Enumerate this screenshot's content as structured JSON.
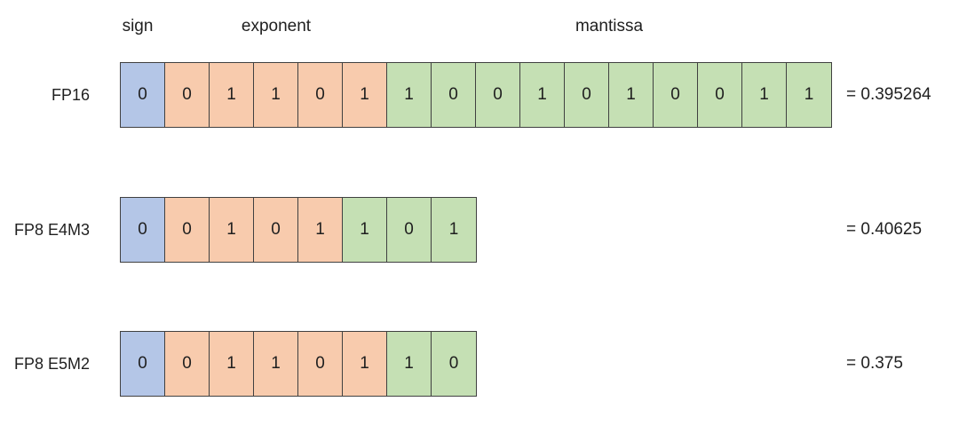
{
  "colors": {
    "background": "#ffffff",
    "border": "#404040",
    "text": "#1f1f1f",
    "sign_fill": "#b4c6e7",
    "exponent_fill": "#f8cbad",
    "mantissa_fill": "#c5e0b4"
  },
  "field_labels": {
    "sign": "sign",
    "exponent": "exponent",
    "mantissa": "mantissa"
  },
  "rows": [
    {
      "label": "FP16",
      "value": "= 0.395264",
      "bits": [
        {
          "value": "0",
          "kind": "sign"
        },
        {
          "value": "0",
          "kind": "exponent"
        },
        {
          "value": "1",
          "kind": "exponent"
        },
        {
          "value": "1",
          "kind": "exponent"
        },
        {
          "value": "0",
          "kind": "exponent"
        },
        {
          "value": "1",
          "kind": "exponent"
        },
        {
          "value": "1",
          "kind": "mantissa"
        },
        {
          "value": "0",
          "kind": "mantissa"
        },
        {
          "value": "0",
          "kind": "mantissa"
        },
        {
          "value": "1",
          "kind": "mantissa"
        },
        {
          "value": "0",
          "kind": "mantissa"
        },
        {
          "value": "1",
          "kind": "mantissa"
        },
        {
          "value": "0",
          "kind": "mantissa"
        },
        {
          "value": "0",
          "kind": "mantissa"
        },
        {
          "value": "1",
          "kind": "mantissa"
        },
        {
          "value": "1",
          "kind": "mantissa"
        }
      ]
    },
    {
      "label": "FP8 E4M3",
      "value": "= 0.40625",
      "bits": [
        {
          "value": "0",
          "kind": "sign"
        },
        {
          "value": "0",
          "kind": "exponent"
        },
        {
          "value": "1",
          "kind": "exponent"
        },
        {
          "value": "0",
          "kind": "exponent"
        },
        {
          "value": "1",
          "kind": "exponent"
        },
        {
          "value": "1",
          "kind": "mantissa"
        },
        {
          "value": "0",
          "kind": "mantissa"
        },
        {
          "value": "1",
          "kind": "mantissa"
        }
      ]
    },
    {
      "label": "FP8 E5M2",
      "value": "= 0.375",
      "bits": [
        {
          "value": "0",
          "kind": "sign"
        },
        {
          "value": "0",
          "kind": "exponent"
        },
        {
          "value": "1",
          "kind": "exponent"
        },
        {
          "value": "1",
          "kind": "exponent"
        },
        {
          "value": "0",
          "kind": "exponent"
        },
        {
          "value": "1",
          "kind": "exponent"
        },
        {
          "value": "1",
          "kind": "mantissa"
        },
        {
          "value": "0",
          "kind": "mantissa"
        }
      ]
    }
  ]
}
